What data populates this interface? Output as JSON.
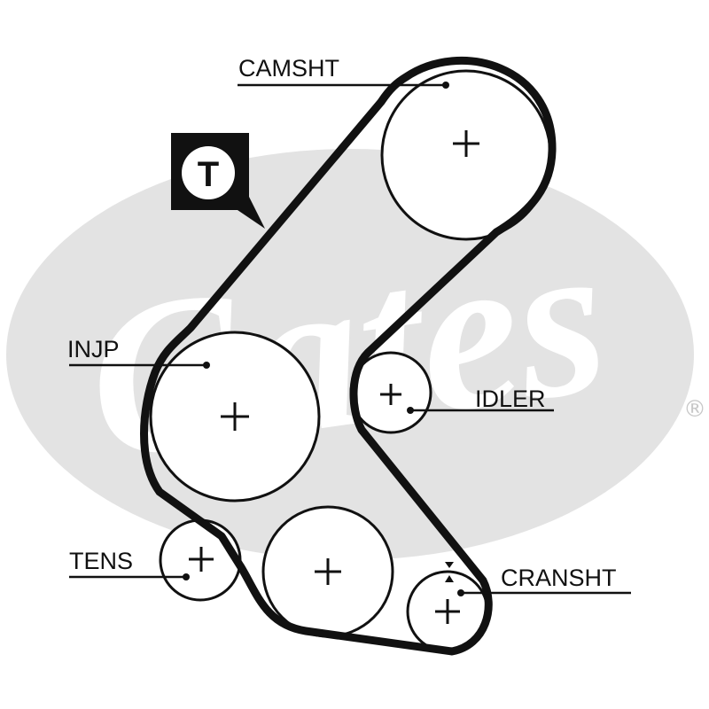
{
  "colors": {
    "belt": "#111111",
    "logo_fill": "#e3e3e3",
    "logo_letters": "#ffffff",
    "background": "#ffffff"
  },
  "logo": {
    "text": "Gates",
    "registered_mark": "®"
  },
  "badge": {
    "letter": "T",
    "icon": "timing-belt-badge-icon"
  },
  "labels": {
    "camshaft": "CAMSHT",
    "injection_pump": "INJP",
    "idler": "IDLER",
    "tensioner": "TENS",
    "crankshaft": "CRANSHT"
  },
  "pulleys": [
    {
      "id": "camshaft",
      "icon": "camshaft-pulley-icon"
    },
    {
      "id": "injection_pump",
      "icon": "injection-pump-pulley-icon"
    },
    {
      "id": "idler",
      "icon": "idler-pulley-icon"
    },
    {
      "id": "tensioner",
      "icon": "tensioner-pulley-icon"
    },
    {
      "id": "water_pump",
      "icon": "water-pump-pulley-icon"
    },
    {
      "id": "crankshaft",
      "icon": "crankshaft-pulley-icon"
    }
  ]
}
